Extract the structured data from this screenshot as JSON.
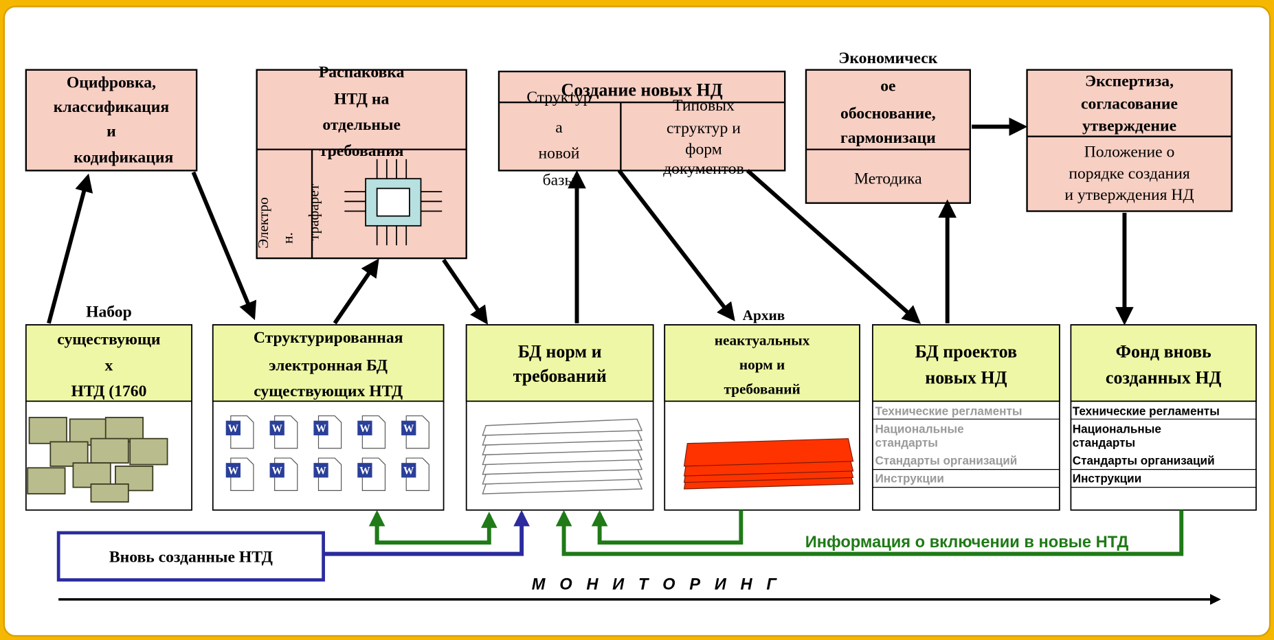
{
  "top_boxes": {
    "digitization": {
      "title": [
        "Оцифровка,",
        "классификация",
        "и",
        "кодификация"
      ]
    },
    "unpacking": {
      "title": [
        "Распаковка",
        "НТД на",
        "отдельные",
        "требования"
      ],
      "left_vertical": [
        "Электро",
        "н."
      ],
      "mid_vertical": "трафарет"
    },
    "creation": {
      "title": "Создание новых НД",
      "left_cell": [
        "Структур",
        "а",
        "новой",
        "базы"
      ],
      "right_cell": [
        "Типовых",
        "структур и",
        "форм",
        "документов"
      ]
    },
    "economic": {
      "title": [
        "Экономическ",
        "ое",
        "обоснование,",
        "гармонизаци"
      ],
      "body": "Методика"
    },
    "expertise": {
      "title": [
        "Экспертиза,",
        "согласование",
        "утверждение"
      ],
      "body": [
        "Положение о",
        "порядке создания",
        "и утверждения НД"
      ]
    }
  },
  "bottom_boxes": {
    "existing": {
      "title": [
        "Набор",
        "существующи",
        "х",
        "НТД (1760"
      ]
    },
    "structured": {
      "title": [
        "Структурированная",
        "электронная БД",
        "существующих НТД"
      ]
    },
    "norms_db": {
      "title": [
        "БД норм и",
        "требований"
      ]
    },
    "archive": {
      "title": [
        "Архив",
        "неактуальных",
        "норм и",
        "требований"
      ]
    },
    "projects_db": {
      "title": [
        "БД проектов",
        "новых НД"
      ],
      "rows": [
        "Технические регламенты",
        "Национальные",
        "стандарты",
        "Стандарты организаций",
        "Инструкции"
      ]
    },
    "fund": {
      "title": [
        "Фонд  вновь",
        "созданных НД"
      ],
      "rows": [
        "Технические регламенты",
        "Национальные",
        "стандарты",
        "Стандарты организаций",
        "Инструкции"
      ]
    }
  },
  "new_ntd_box": "Вновь созданные НТД",
  "info_label": "Информация о включении в новые НТД",
  "monitoring_label": "М О Н И Т О Р И Н Г",
  "colors": {
    "frame": "#f5b700",
    "pink_box": "#f7cfc3",
    "yellow_header": "#eef7a6",
    "green_arrow": "#1f7a17",
    "blue_arrow": "#2b2b9e",
    "archive_red": "#ff3300"
  }
}
